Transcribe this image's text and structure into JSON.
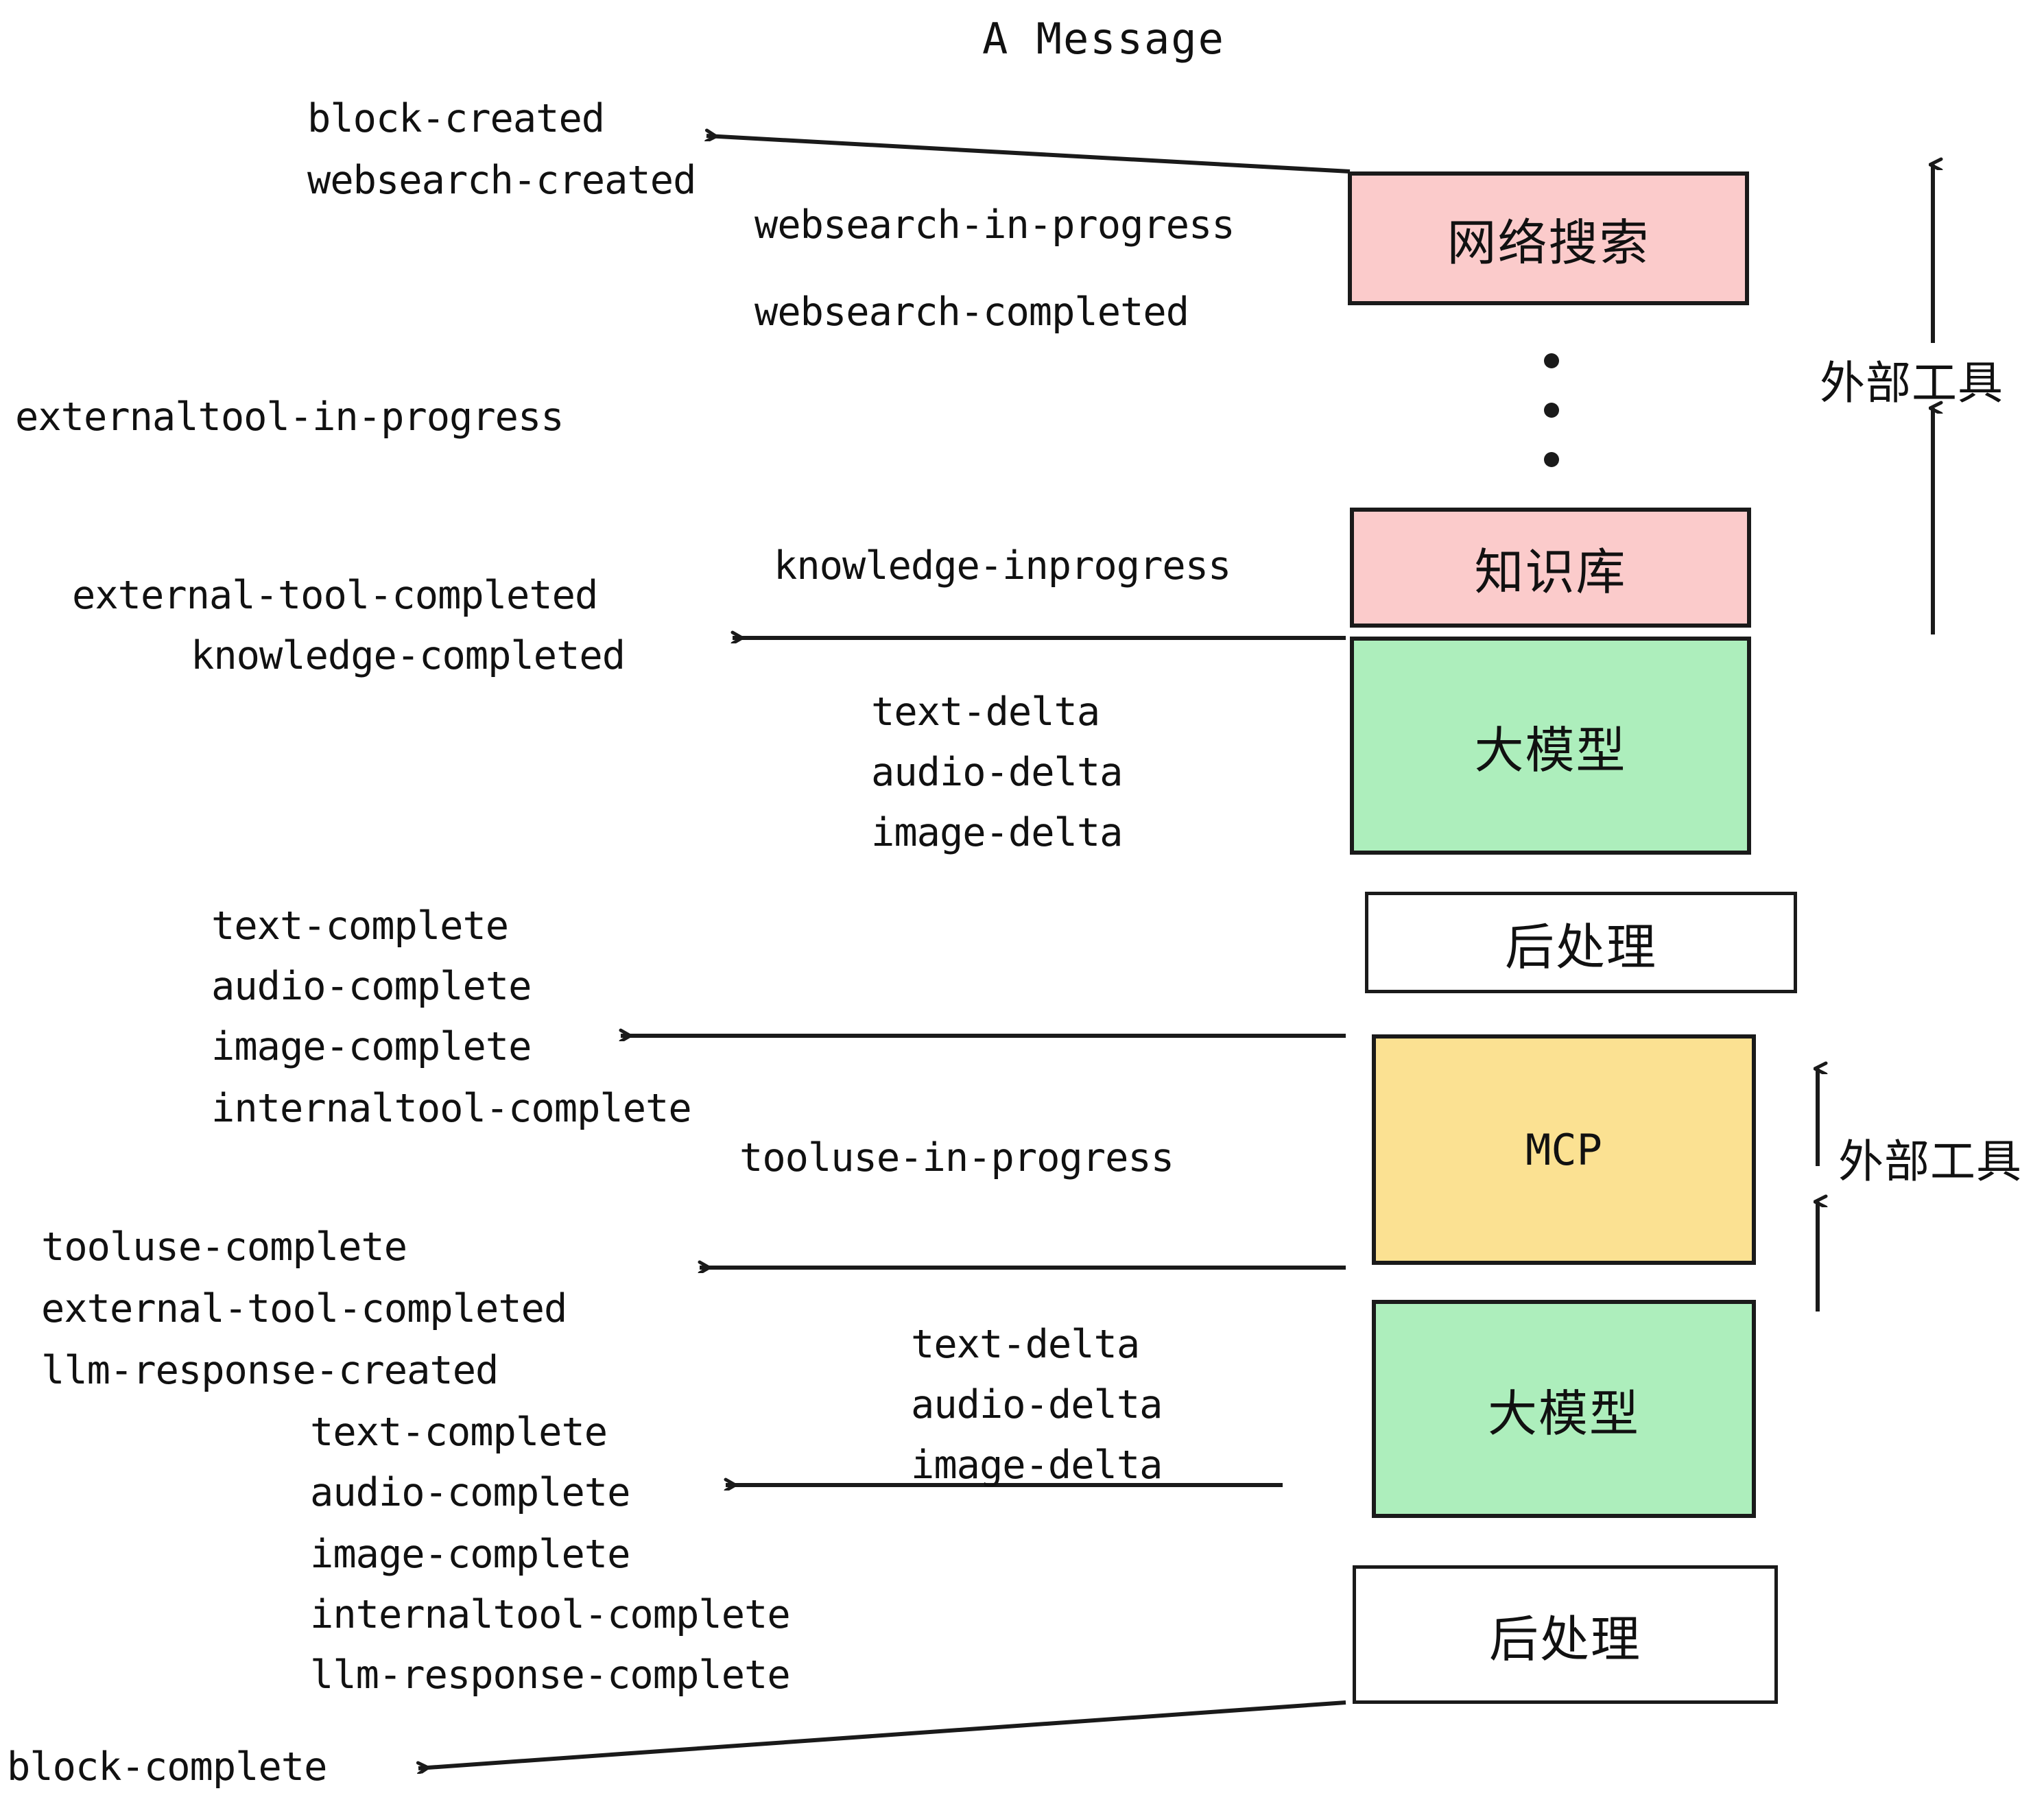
{
  "title": "A Message",
  "colors": {
    "pink": "#FBCBCB",
    "green": "#ADEEBC",
    "yellow": "#FBE192",
    "white": "#FFFFFF",
    "stroke": "#1A1A1A",
    "background": "#FFFFFF"
  },
  "boxes": [
    {
      "id": "websearch",
      "label": "网络搜索",
      "fill": "pink",
      "script": "cjk"
    },
    {
      "id": "knowledge",
      "label": "知识库",
      "fill": "pink",
      "script": "cjk"
    },
    {
      "id": "llm-1",
      "label": "大模型",
      "fill": "green",
      "script": "cjk"
    },
    {
      "id": "postproc-1",
      "label": "后处理",
      "fill": "white",
      "script": "cjk"
    },
    {
      "id": "mcp",
      "label": "MCP",
      "fill": "yellow",
      "script": "latin"
    },
    {
      "id": "llm-2",
      "label": "大模型",
      "fill": "green",
      "script": "cjk"
    },
    {
      "id": "postproc-2",
      "label": "后处理",
      "fill": "white",
      "script": "cjk"
    }
  ],
  "side_labels": [
    {
      "id": "external-tools-top",
      "label": "外部工具"
    },
    {
      "id": "external-tools-bottom",
      "label": "外部工具"
    }
  ],
  "events": [
    {
      "id": "block-created",
      "label": "block-created"
    },
    {
      "id": "websearch-created",
      "label": "websearch-created"
    },
    {
      "id": "websearch-in-progress",
      "label": "websearch-in-progress"
    },
    {
      "id": "websearch-completed",
      "label": "websearch-completed"
    },
    {
      "id": "externaltool-in-progress",
      "label": "externaltool-in-progress"
    },
    {
      "id": "knowledge-inprogress",
      "label": "knowledge-inprogress"
    },
    {
      "id": "external-tool-completed-1",
      "label": "external-tool-completed"
    },
    {
      "id": "knowledge-completed",
      "label": "knowledge-completed"
    },
    {
      "id": "text-delta-1",
      "label": "text-delta"
    },
    {
      "id": "audio-delta-1",
      "label": "audio-delta"
    },
    {
      "id": "image-delta-1",
      "label": "image-delta"
    },
    {
      "id": "text-complete-1",
      "label": "text-complete"
    },
    {
      "id": "audio-complete-1",
      "label": "audio-complete"
    },
    {
      "id": "image-complete-1",
      "label": "image-complete"
    },
    {
      "id": "internaltool-complete-1",
      "label": "internaltool-complete"
    },
    {
      "id": "tooluse-in-progress",
      "label": "tooluse-in-progress"
    },
    {
      "id": "tooluse-complete",
      "label": "tooluse-complete"
    },
    {
      "id": "external-tool-completed-2",
      "label": "external-tool-completed"
    },
    {
      "id": "llm-response-created",
      "label": "llm-response-created"
    },
    {
      "id": "text-delta-2",
      "label": "text-delta"
    },
    {
      "id": "audio-delta-2",
      "label": "audio-delta"
    },
    {
      "id": "image-delta-2",
      "label": "image-delta"
    },
    {
      "id": "text-complete-2",
      "label": "text-complete"
    },
    {
      "id": "audio-complete-2",
      "label": "audio-complete"
    },
    {
      "id": "image-complete-2",
      "label": "image-complete"
    },
    {
      "id": "internaltool-complete-2",
      "label": "internaltool-complete"
    },
    {
      "id": "llm-response-complete",
      "label": "llm-response-complete"
    },
    {
      "id": "block-complete",
      "label": "block-complete"
    }
  ]
}
